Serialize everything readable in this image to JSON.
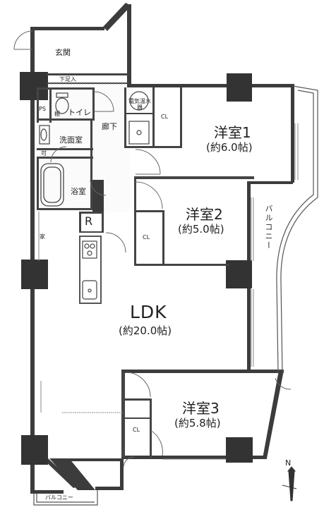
{
  "rooms": {
    "genkan": {
      "name": "玄関"
    },
    "shita_ashiire": {
      "name": "下足入"
    },
    "ps": {
      "name": "PS"
    },
    "toilet": {
      "name": "トイレ"
    },
    "water_heater": {
      "name": "電気温水器"
    },
    "washroom": {
      "name": "洗面室"
    },
    "corridor": {
      "name": "廊下"
    },
    "bath": {
      "name": "浴室"
    },
    "fridge": {
      "name": "R"
    },
    "ldk": {
      "name": "LDK",
      "area": "(約20.0帖)"
    },
    "bedroom1": {
      "name": "洋室1",
      "area": "(約6.0帖)"
    },
    "bedroom2": {
      "name": "洋室2",
      "area": "(約5.0帖)"
    },
    "bedroom3": {
      "name": "洋室3",
      "area": "(約5.8帖)"
    }
  },
  "closets": {
    "cl1": "CL",
    "cl2": "CL",
    "cl3": "CL"
  },
  "balconies": {
    "east": "バルコニー",
    "south": "バルコニー"
  },
  "marks": {
    "washer": "可",
    "toilet_small": "棚",
    "side_note": "家"
  },
  "compass": {
    "label": "N"
  }
}
